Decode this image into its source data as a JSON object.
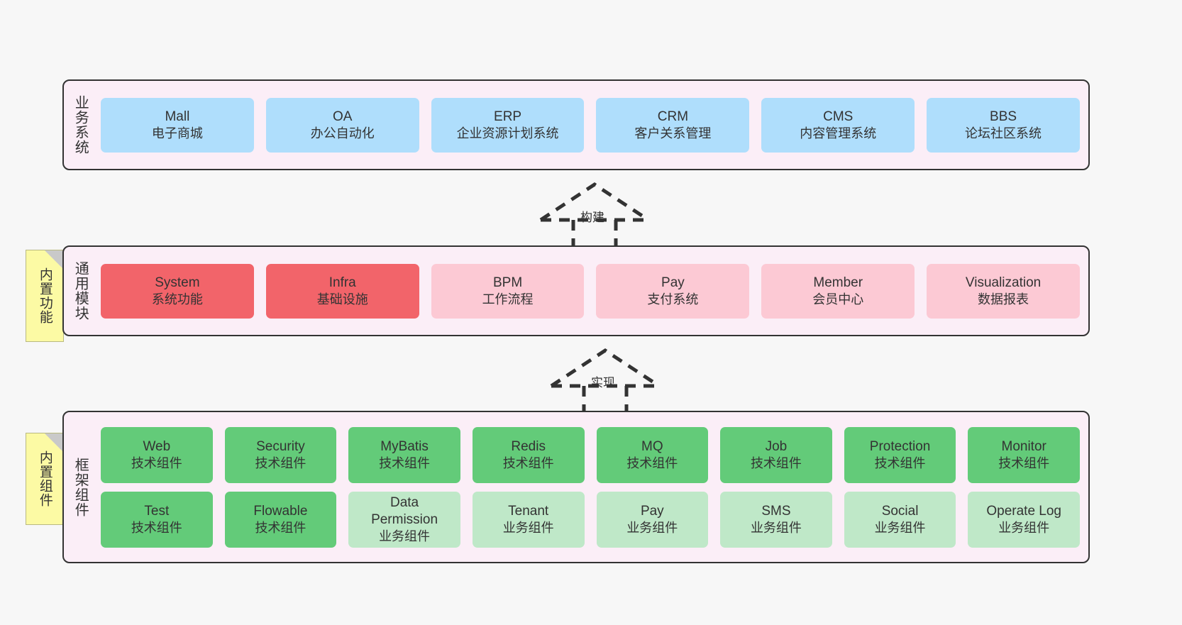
{
  "diagram": {
    "title": "",
    "background_color": "#f7f7f7",
    "panel_color": "#fbeef7",
    "panel_border_color": "#333333"
  },
  "notes": [
    {
      "name": "builtin-features",
      "text": "内置功能",
      "color": "#fcfaa4"
    },
    {
      "name": "builtin-components",
      "text": "内置组件",
      "color": "#fcfaa4"
    }
  ],
  "connectors": [
    {
      "name": "build-arrow",
      "label": "构建",
      "style": "dashed-hollow-triangle",
      "direction": "up"
    },
    {
      "name": "realize-arrow",
      "label": "实现",
      "style": "dashed-hollow-triangle",
      "direction": "up"
    }
  ],
  "layers": {
    "business": {
      "title": "业务系统",
      "cards": [
        {
          "en": "Mall",
          "cn": "电子商城",
          "color": "#afdefc"
        },
        {
          "en": "OA",
          "cn": "办公自动化",
          "color": "#afdefc"
        },
        {
          "en": "ERP",
          "cn": "企业资源计划系统",
          "color": "#afdefc"
        },
        {
          "en": "CRM",
          "cn": "客户关系管理",
          "color": "#afdefc"
        },
        {
          "en": "CMS",
          "cn": "内容管理系统",
          "color": "#afdefc"
        },
        {
          "en": "BBS",
          "cn": "论坛社区系统",
          "color": "#afdefc"
        }
      ]
    },
    "common": {
      "title": "通用模块",
      "cards": [
        {
          "en": "System",
          "cn": "系统功能",
          "color": "#f2646a"
        },
        {
          "en": "Infra",
          "cn": "基础设施",
          "color": "#f2646a"
        },
        {
          "en": "BPM",
          "cn": "工作流程",
          "color": "#fcc9d4"
        },
        {
          "en": "Pay",
          "cn": "支付系统",
          "color": "#fcc9d4"
        },
        {
          "en": "Member",
          "cn": "会员中心",
          "color": "#fcc9d4"
        },
        {
          "en": "Visualization",
          "cn": "数据报表",
          "color": "#fcc9d4"
        }
      ]
    },
    "framework": {
      "title": "框架组件",
      "row1": [
        {
          "en": "Web",
          "cn": "技术组件",
          "color": "#63cb79"
        },
        {
          "en": "Security",
          "cn": "技术组件",
          "color": "#63cb79"
        },
        {
          "en": "MyBatis",
          "cn": "技术组件",
          "color": "#63cb79"
        },
        {
          "en": "Redis",
          "cn": "技术组件",
          "color": "#63cb79"
        },
        {
          "en": "MQ",
          "cn": "技术组件",
          "color": "#63cb79"
        },
        {
          "en": "Job",
          "cn": "技术组件",
          "color": "#63cb79"
        },
        {
          "en": "Protection",
          "cn": "技术组件",
          "color": "#63cb79"
        },
        {
          "en": "Monitor",
          "cn": "技术组件",
          "color": "#63cb79"
        }
      ],
      "row2": [
        {
          "en": "Test",
          "cn": "技术组件",
          "color": "#63cb79"
        },
        {
          "en": "Flowable",
          "cn": "技术组件",
          "color": "#63cb79"
        },
        {
          "en": "Data",
          "en2": "Permission",
          "cn": "业务组件",
          "color": "#bfe8c8"
        },
        {
          "en": "Tenant",
          "cn": "业务组件",
          "color": "#bfe8c8"
        },
        {
          "en": "Pay",
          "cn": "业务组件",
          "color": "#bfe8c8"
        },
        {
          "en": "SMS",
          "cn": "业务组件",
          "color": "#bfe8c8"
        },
        {
          "en": "Social",
          "cn": "业务组件",
          "color": "#bfe8c8"
        },
        {
          "en": "Operate Log",
          "cn": "业务组件",
          "color": "#bfe8c8"
        }
      ]
    }
  }
}
